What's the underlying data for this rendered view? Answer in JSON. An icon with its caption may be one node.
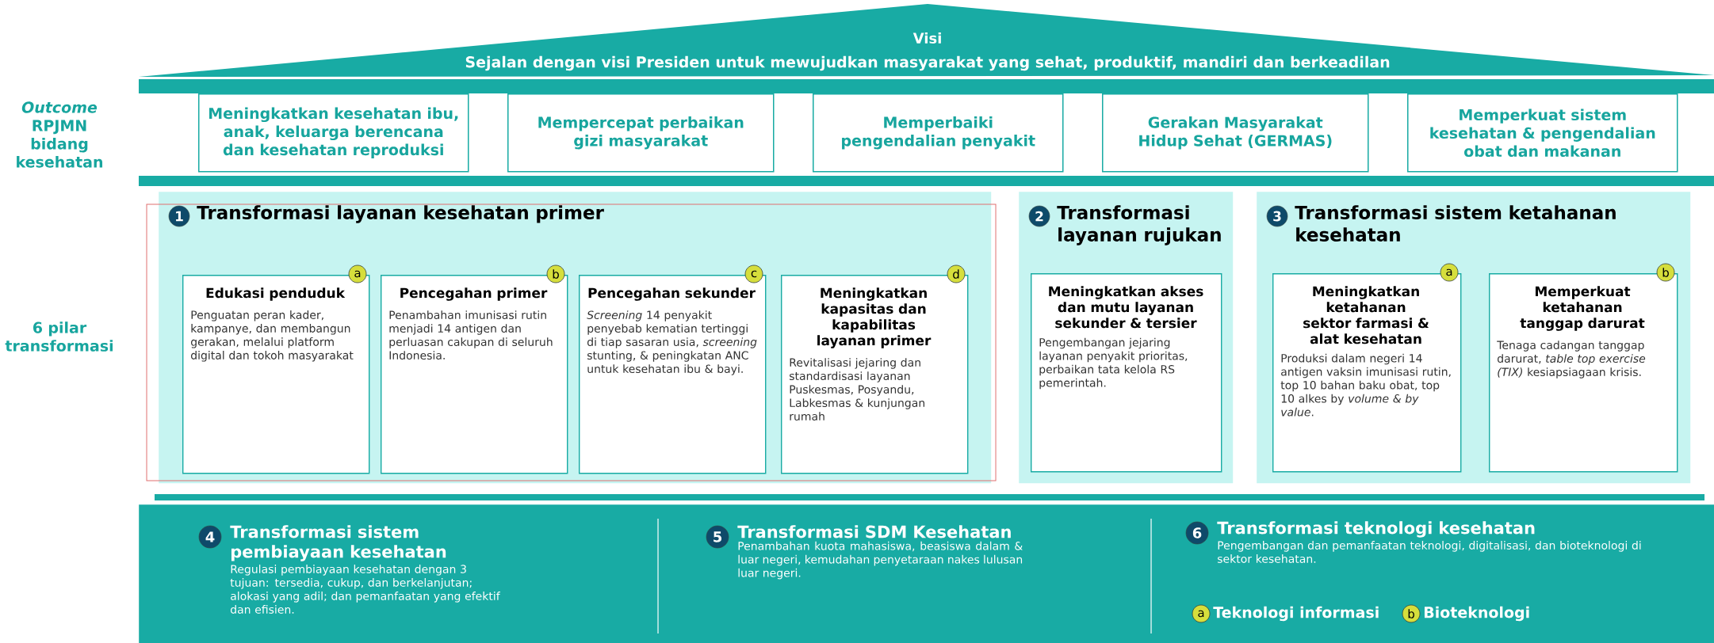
{
  "diagram": {
    "nodes": [
      {
        "text": [
          "Visi",
          "Sejalan dengan visi Presiden untuk mewujudkan masyarakat yang sehat, produktif, mandiri dan berkeadilan"
        ]
      },
      {
        "text": [
          "Meningkatkan kesehatan ibu, anak, keluarga berencana dan kesehatan reproduksi"
        ]
      },
      {
        "text": [
          "Mempercepat perbaikan gizi masyarakat"
        ]
      },
      {
        "text": [
          "Memperbaiki pengendalian penyakit"
        ]
      },
      {
        "text": [
          "Gerakan Masyarakat Hidup Sehat (GERMAS)"
        ]
      },
      {
        "text": [
          "Memperkuat sistem kesehatan & pengendalian obat dan makanan"
        ]
      },
      {
        "text": [
          "Transformasi layanan kesehatan primer"
        ]
      },
      {
        "text": [
          "1"
        ],
        "in": 6
      },
      {
        "text": [
          "a",
          "Edukasi penduduk",
          "Penguatan peran kader, kampanye, dan membangun gerakan, melalui platform digital dan tokoh masyarakat"
        ],
        "in": 6
      },
      {
        "text": [
          "b",
          "Pencegahan primer",
          "Penambahan imunisasi rutin menjadi 14 antigen dan perluasan cakupan di seluruh Indonesia."
        ],
        "in": 6
      },
      {
        "text": [
          "c",
          "Pencegahan sekunder",
          "*Screening* 14 penyakit penyebab kematian tertinggi di tiap sasaran usia, *screening* stunting, & peningkatan ANC untuk kesehatan ibu & bayi."
        ],
        "in": 6
      },
      {
        "text": [
          "d",
          "Meningkatkan kapasitas dan kapabilitas layanan primer",
          "Revitalisasi jejaring dan standardisasi layanan Puskesmas, Posyandu, Labkesmas & kunjungan rumah"
        ],
        "in": 6
      },
      {
        "text": [
          "Transformasi layanan rujukan"
        ]
      },
      {
        "text": [
          "2"
        ],
        "in": 12
      },
      {
        "text": [
          "Meningkatkan akses dan mutu layanan sekunder & tersier",
          "Pengembangan jejaring layanan penyakit prioritas, perbaikan tata kelola RS pemerintah."
        ],
        "in": 12
      },
      {
        "text": [
          "Transformasi sistem ketahanan kesehatan"
        ]
      },
      {
        "text": [
          "3"
        ],
        "in": 15
      },
      {
        "text": [
          "a",
          "Meningkatkan ketahanan sektor farmasi & alat kesehatan",
          "Produksi dalam negeri 14 antigen vaksin imunisasi rutin, top 10 bahan baku obat, top 10 alkes by *volume & by value*."
        ],
        "in": 15
      },
      {
        "text": [
          "b",
          "Memperkuat ketahanan tanggap darurat",
          "Tenaga cadangan tanggap darurat, *table top exercise (TIX)* kesiapsiagaan krisis."
        ],
        "in": 15
      },
      {
        "text": [],
        "shape": "box"
      },
      {
        "text": [
          "4",
          "Transformasi sistem pembiayaan kesehatan",
          "Regulasi pembiayaan kesehatan dengan 3 tujuan: tersedia, cukup, dan berkelanjutan; alokasi yang adil; dan pemanfaatan yang efektif dan efisien."
        ],
        "in": 19
      },
      {
        "text": [
          "5",
          "Transformasi SDM Kesehatan",
          "Penambahan kuota mahasiswa, beasiswa dalam & luar negeri, kemudahan penyetaraan nakes lulusan luar negeri."
        ],
        "in": 19
      },
      {
        "text": [
          "6",
          "Transformasi teknologi kesehatan",
          "Pengembangan dan pemanfaatan teknologi, digitalisasi, dan bioteknologi di sektor kesehatan.",
          "a",
          "Teknologi informasi",
          "b",
          "Bioteknologi"
        ],
        "in": 19
      }
    ],
    "labels": [
      "*Outcome* RPJMN bidang kesehatan",
      "6 pilar transformasi"
    ]
  }
}
